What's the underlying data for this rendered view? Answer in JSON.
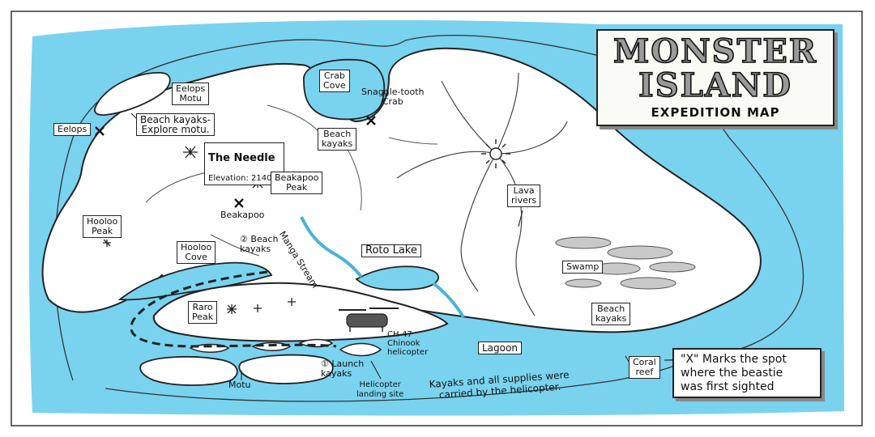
{
  "title": {
    "line1": "MONSTER",
    "line2": "ISLAND",
    "subtitle": "EXPEDITION MAP"
  },
  "legend": {
    "line1": "\"X\" Marks the spot",
    "line2": "where the beastie",
    "line3": "was first sighted"
  },
  "labels": {
    "eelops_motu": "Eelops\nMotu",
    "eelops": "Eelops",
    "beach_kayaks_explore": "Beach kayaks-\nExplore motu.",
    "the_needle": "The Needle",
    "needle_elevation": "Elevation: 2140ft.",
    "beakapoo_peak": "Beakapoo\nPeak",
    "beakapoo": "Beakapoo",
    "hooloo_peak": "Hooloo\nPeak",
    "hooloo_cove": "Hooloo\nCove",
    "beach_kayaks_2": "② Beach\nkayaks",
    "manga_stream": "Manga Stream",
    "roto_lake": "Roto Lake",
    "crab_cove": "Crab\nCove",
    "snaggle_tooth_crab": "Snaggle-tooth\nCrab",
    "beach_kayaks_north": "Beach\nkayaks",
    "lava_rivers": "Lava\nrivers",
    "swamp": "Swamp",
    "beach_kayaks_east": "Beach\nkayaks",
    "raro_peak": "Raro\nPeak",
    "ch47": "CH-47\nChinook\nhelicopter",
    "launch_kayaks": "① Launch\nkayaks",
    "lagoon": "Lagoon",
    "coral_reef": "Coral\nreef",
    "motu": "Motu",
    "helicopter_landing_site": "Helicopter\nlanding site",
    "supplies_note": "Kayaks and all supplies were\ncarried by the helicopter."
  },
  "colors": {
    "water": "#79d3ef",
    "land": "#ffffff",
    "ink": "#222222",
    "swamp": "#c9c9c9",
    "helicopter": "#555555"
  },
  "icons": {
    "sighting": "x-mark-icon",
    "peak": "sunburst-peak-icon",
    "helicopter": "chinook-helicopter-icon"
  }
}
